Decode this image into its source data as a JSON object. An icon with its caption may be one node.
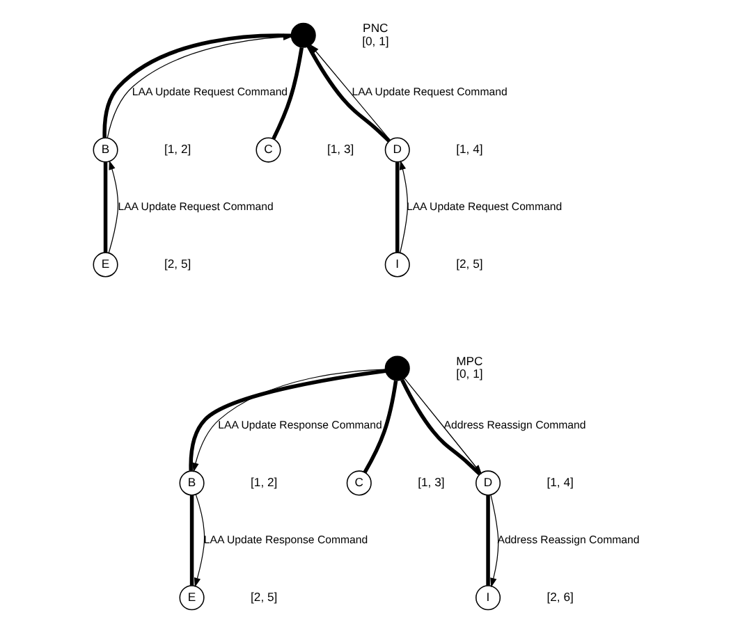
{
  "diagram": {
    "nodes": [
      {
        "text": [],
        "shape": "circle",
        "beside": [
          "PNC",
          "[0, 1]"
        ]
      },
      {
        "text": [
          "B"
        ],
        "beside": [
          "[1, 2]"
        ]
      },
      {
        "text": [
          "C"
        ],
        "beside": [
          "[1, 3]"
        ]
      },
      {
        "text": [
          "D"
        ],
        "beside": [
          "[1, 4]"
        ]
      },
      {
        "text": [
          "E"
        ],
        "beside": [
          "[2, 5]"
        ]
      },
      {
        "text": [
          "I"
        ],
        "beside": [
          "[2, 5]"
        ]
      },
      {
        "text": [],
        "shape": "circle",
        "beside": [
          "MPC",
          "[0, 1]"
        ]
      },
      {
        "text": [
          "B"
        ],
        "beside": [
          "[1, 2]"
        ]
      },
      {
        "text": [
          "C"
        ],
        "beside": [
          "[1, 3]"
        ]
      },
      {
        "text": [
          "D"
        ],
        "beside": [
          "[1, 4]"
        ]
      },
      {
        "text": [
          "E"
        ],
        "beside": [
          "[2, 5]"
        ]
      },
      {
        "text": [
          "I"
        ],
        "beside": [
          "[2, 6]"
        ]
      }
    ],
    "edges": [
      {
        "from": 0,
        "to": 1,
        "arrow": "none"
      },
      {
        "from": 0,
        "to": 2,
        "arrow": "none"
      },
      {
        "from": 0,
        "to": 3,
        "arrow": "none"
      },
      {
        "from": 1,
        "to": 4,
        "arrow": "none"
      },
      {
        "from": 3,
        "to": 5,
        "arrow": "none"
      },
      {
        "from": 1,
        "to": 0,
        "arrow": "to",
        "label": "LAA Update Request Command"
      },
      {
        "from": 4,
        "to": 1,
        "arrow": "to",
        "label": "LAA Update Request Command"
      },
      {
        "from": 3,
        "to": 0,
        "arrow": "to",
        "label": "LAA Update Request Command"
      },
      {
        "from": 5,
        "to": 3,
        "arrow": "to",
        "label": "LAA Update Request Command"
      },
      {
        "from": 6,
        "to": 7,
        "arrow": "none"
      },
      {
        "from": 6,
        "to": 8,
        "arrow": "none"
      },
      {
        "from": 6,
        "to": 9,
        "arrow": "none"
      },
      {
        "from": 7,
        "to": 10,
        "arrow": "none"
      },
      {
        "from": 9,
        "to": 11,
        "arrow": "none"
      },
      {
        "from": 6,
        "to": 7,
        "arrow": "to",
        "label": "LAA Update Response Command"
      },
      {
        "from": 7,
        "to": 10,
        "arrow": "to",
        "label": "LAA Update Response Command"
      },
      {
        "from": 6,
        "to": 9,
        "arrow": "to",
        "label": "Address Reassign Command"
      },
      {
        "from": 9,
        "to": 11,
        "arrow": "to",
        "label": "Address Reassign Command"
      }
    ]
  }
}
